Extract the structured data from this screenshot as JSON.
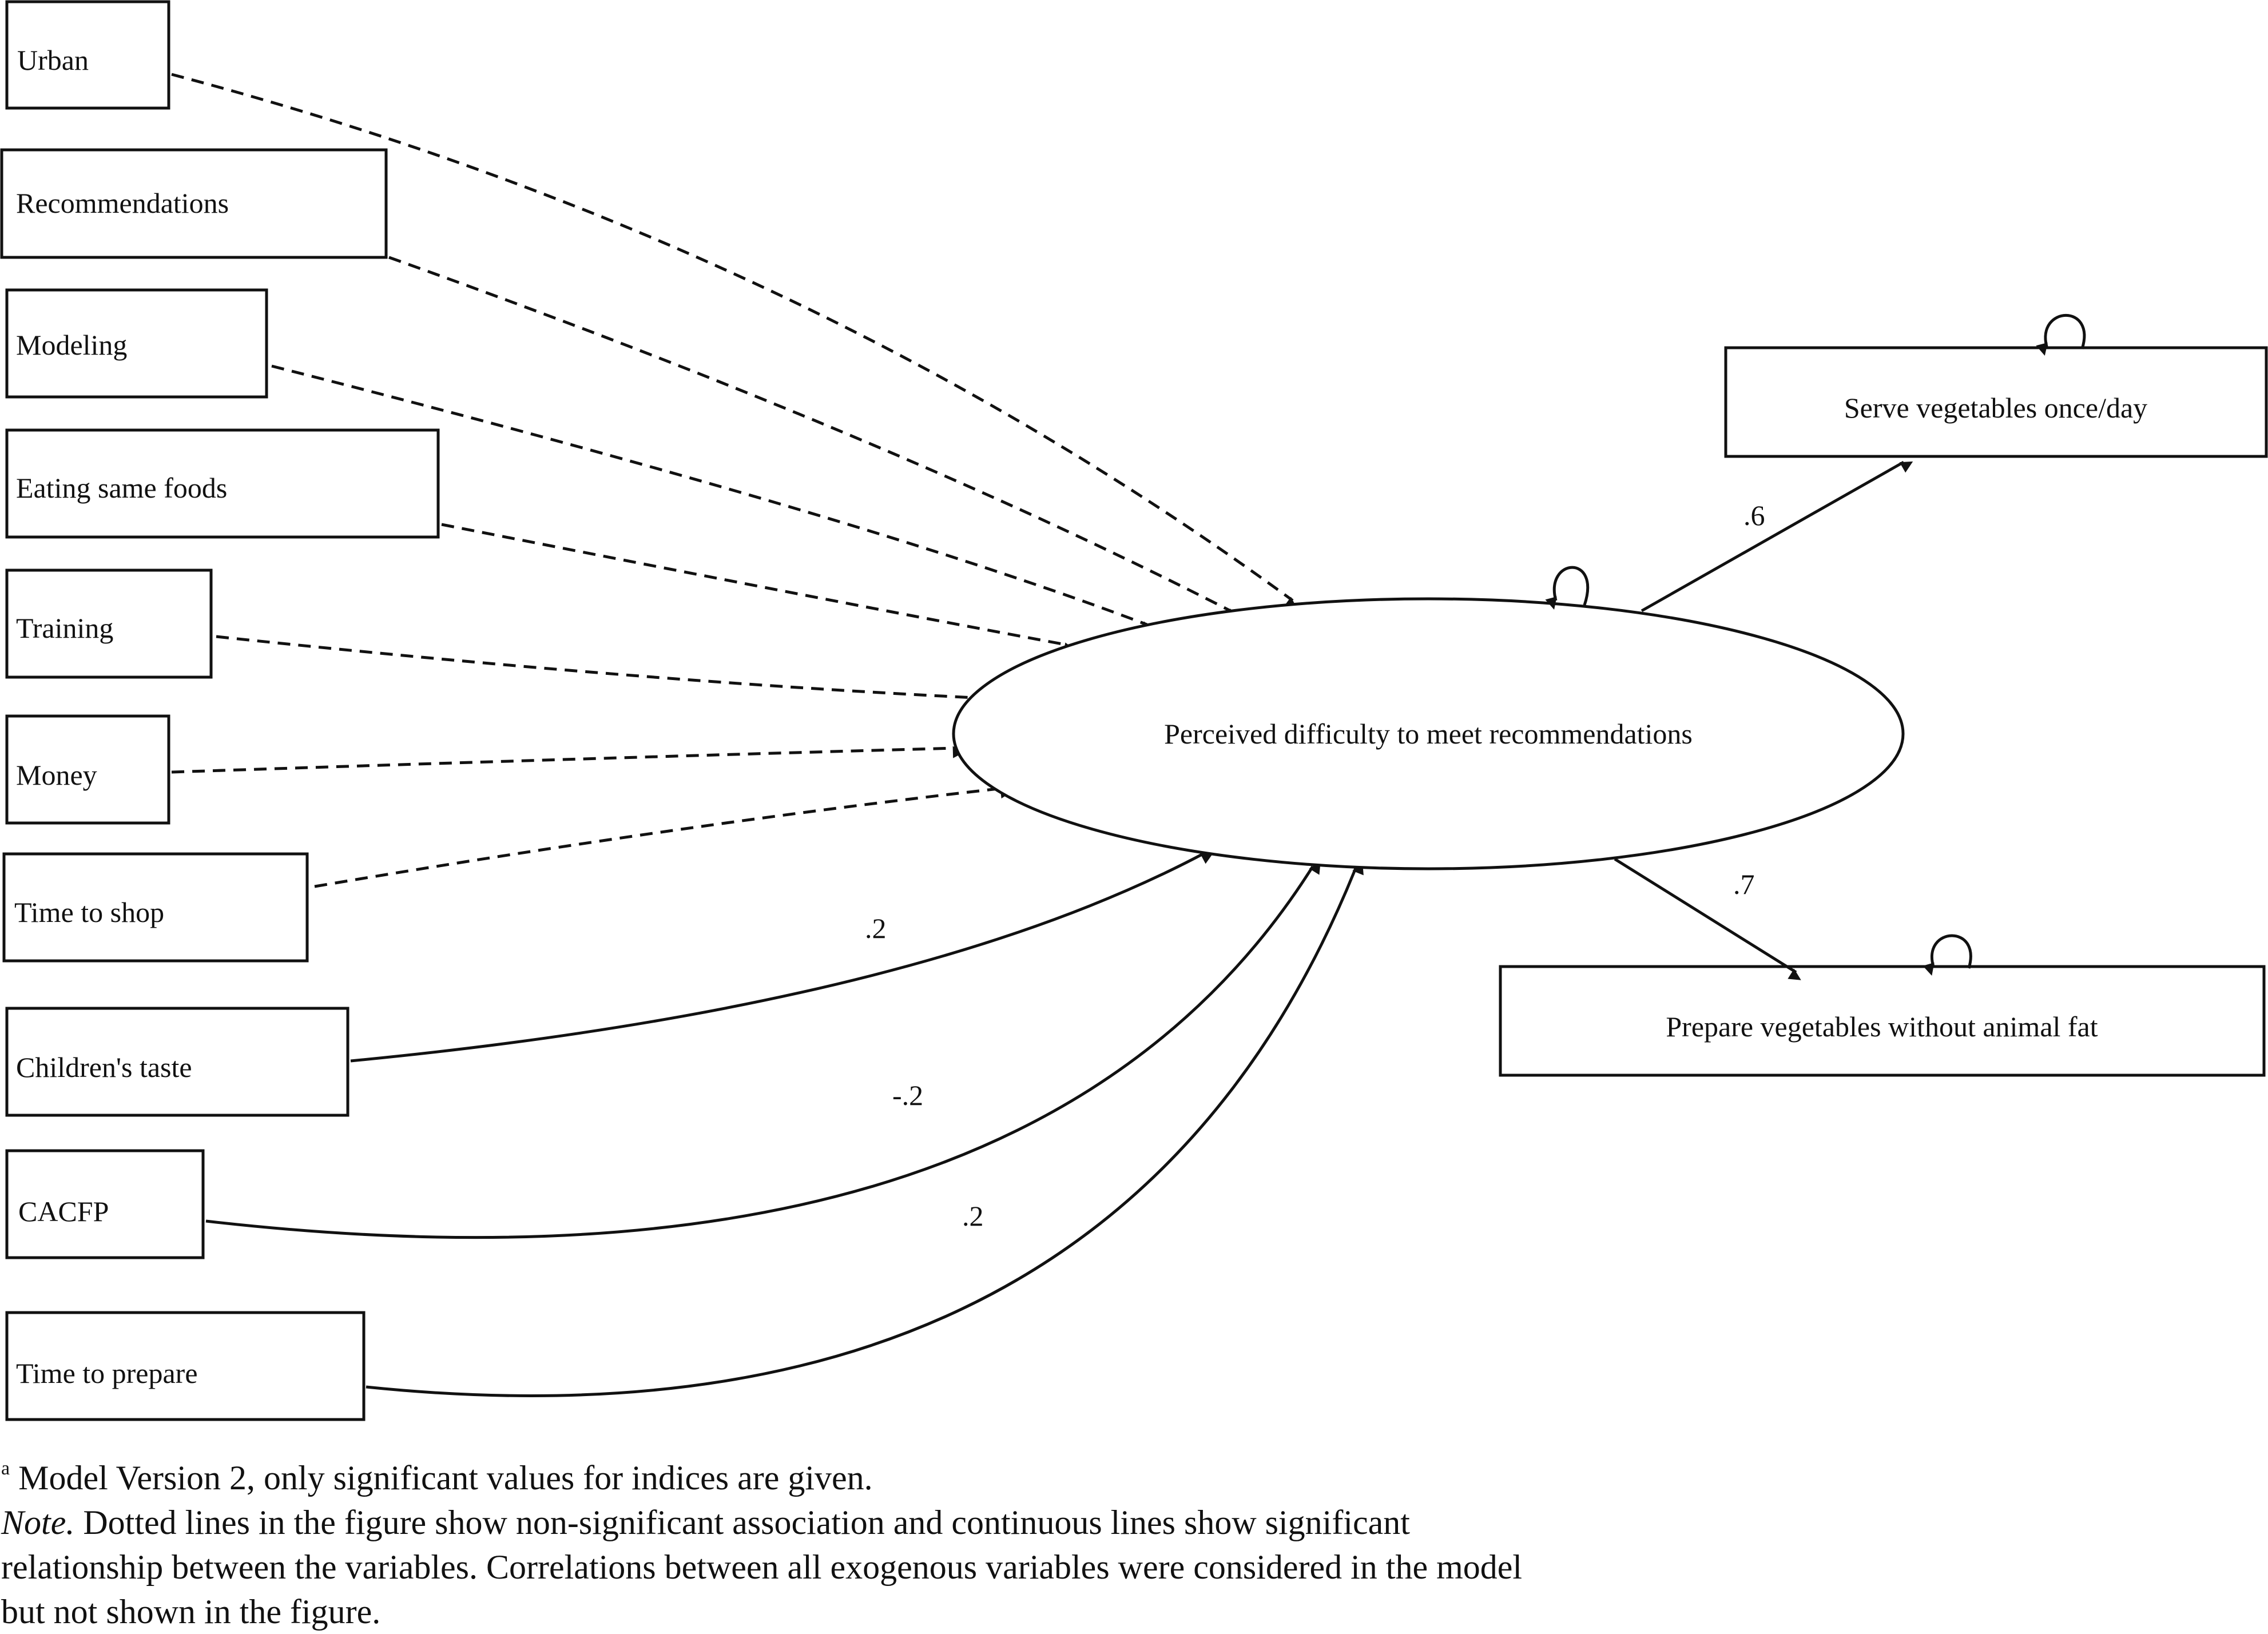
{
  "predictors": [
    {
      "id": "urban",
      "label": "Urban",
      "significant": false,
      "coefficient": ""
    },
    {
      "id": "recommendations",
      "label": "Recommendations",
      "significant": false,
      "coefficient": ""
    },
    {
      "id": "modeling",
      "label": "Modeling",
      "significant": false,
      "coefficient": ""
    },
    {
      "id": "eating-same-foods",
      "label": "Eating same foods",
      "significant": false,
      "coefficient": ""
    },
    {
      "id": "training",
      "label": "Training",
      "significant": false,
      "coefficient": ""
    },
    {
      "id": "money",
      "label": "Money",
      "significant": false,
      "coefficient": ""
    },
    {
      "id": "time-to-shop",
      "label": "Time to shop",
      "significant": false,
      "coefficient": ""
    },
    {
      "id": "childrens-taste",
      "label": "Children's taste",
      "significant": true,
      "coefficient": ".2"
    },
    {
      "id": "cacfp",
      "label": "CACFP",
      "significant": true,
      "coefficient": "-.2"
    },
    {
      "id": "time-to-prepare",
      "label": "Time to prepare",
      "significant": true,
      "coefficient": ".2"
    }
  ],
  "latent": {
    "label": "Perceived difficulty to meet recommendations"
  },
  "outcomes": [
    {
      "id": "serve-vegetables",
      "label": "Serve vegetables once/day",
      "coefficient": ".6"
    },
    {
      "id": "prepare-vegetables",
      "label": "Prepare vegetables without animal fat",
      "coefficient": ".7"
    }
  ],
  "footnote": {
    "marker": "a",
    "text": "Model Version 2, only significant values for indices are given.",
    "note_label": "Note.",
    "note_text": "Dotted lines in the figure show non-significant association and continuous lines show significant relationship between the variables. Correlations between all exogenous variables were considered in the model but not shown in the figure."
  }
}
